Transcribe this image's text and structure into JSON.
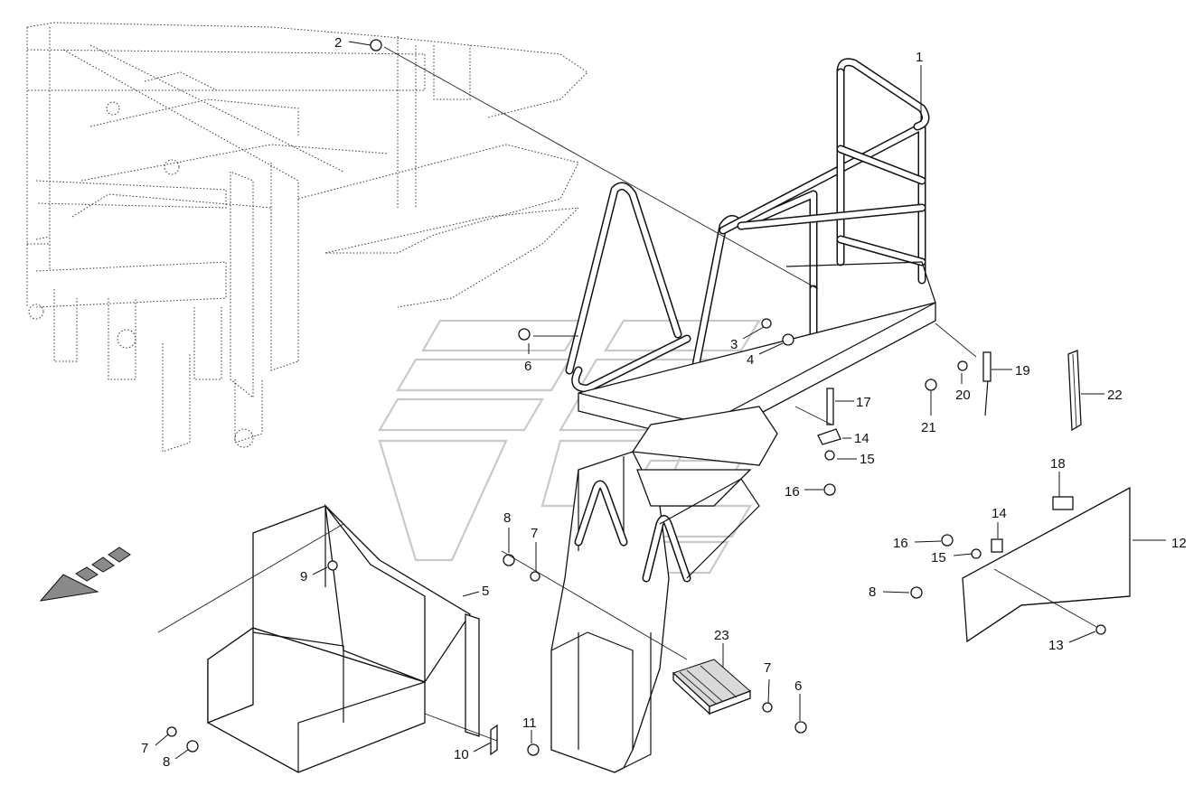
{
  "diagram": {
    "callouts": [
      "1",
      "2",
      "3",
      "4",
      "5",
      "6",
      "6",
      "7",
      "7",
      "7",
      "8",
      "8",
      "8",
      "9",
      "10",
      "11",
      "12",
      "13",
      "14",
      "14",
      "15",
      "15",
      "16",
      "16",
      "17",
      "18",
      "19",
      "20",
      "21",
      "22",
      "23"
    ]
  },
  "colors": {
    "line": "#111111",
    "watermark": "#c9c9c9",
    "arrow_fill": "#8a8a8a"
  },
  "icons": {
    "direction_arrow": "direction-arrow-icon",
    "watermark": "brand-watermark-logo"
  }
}
